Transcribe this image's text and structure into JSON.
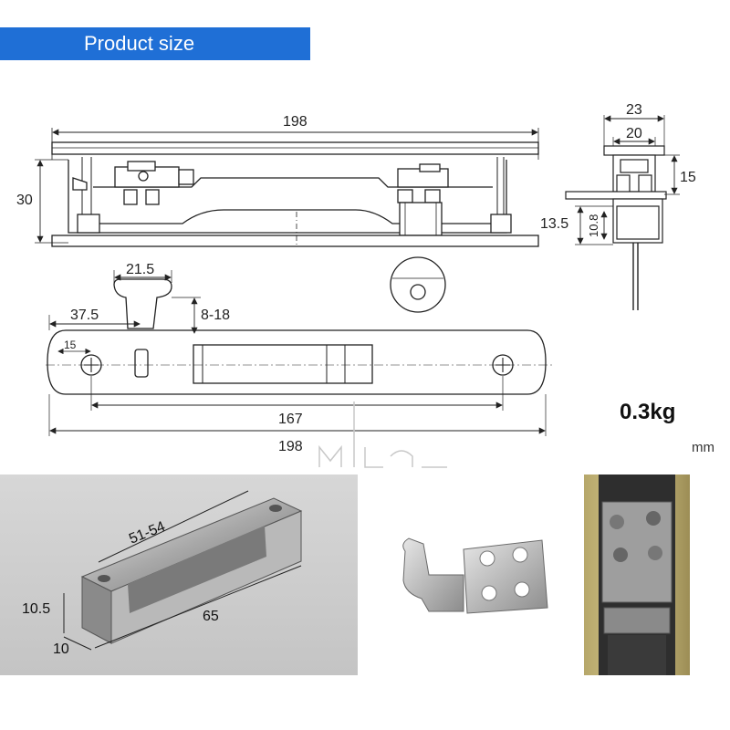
{
  "banner": {
    "title": "Product size",
    "color": "#1f6fd6"
  },
  "side_view": {
    "length": "198",
    "height": "30"
  },
  "end_view": {
    "outer_width": "23",
    "inner_width": "20",
    "top_height": "15",
    "bottom_height": "13.5",
    "inner_height": "10.8"
  },
  "front_view": {
    "hook_width": "21.5",
    "hook_offset": "37.5",
    "hook_travel": "8-18",
    "edge_offset": "15",
    "hole_spacing": "167",
    "overall_length": "198"
  },
  "specs": {
    "weight": "0.3kg",
    "unit": "mm"
  },
  "photos": {
    "strike_plate": {
      "length_slot": "51-54",
      "length": "65",
      "height": "10.5",
      "width": "10"
    }
  }
}
